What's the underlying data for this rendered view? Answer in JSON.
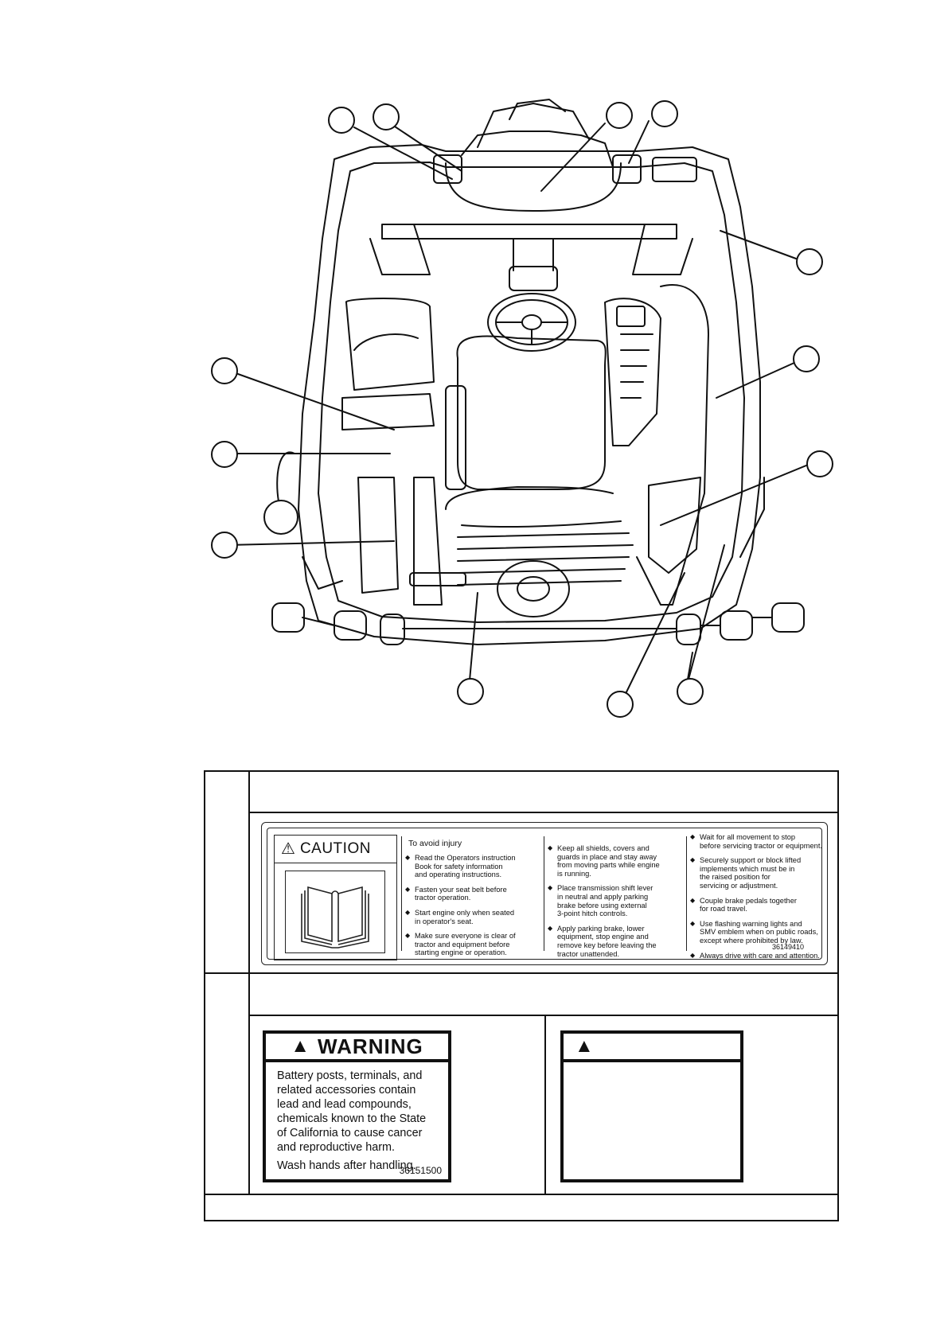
{
  "caution_decal": {
    "signal_word": "CAUTION",
    "intro": "To avoid injury",
    "col1": [
      "Read the Operators instruction\nBook for safety information\nand operating instructions.",
      "Fasten your seat belt before\ntractor operation.",
      "Start engine only when seated\nin operator's seat.",
      "Make sure everyone is clear of\ntractor and equipment before\nstarting engine or operation."
    ],
    "col2": [
      "Keep all shields, covers and\nguards in place and stay away\nfrom moving parts while engine\nis running.",
      "Place transmission shift lever\nin neutral and apply parking\nbrake before using external\n3-point hitch controls.",
      "Apply parking brake, lower\nequipment, stop engine and\nremove key before leaving the\ntractor unattended."
    ],
    "col3": [
      "Wait for all movement to stop\nbefore servicing tractor or equipment.",
      "Securely support or block lifted\nimplements which must be in\nthe raised position for\nservicing or adjustment.",
      "Couple brake pedals together\nfor road travel.",
      "Use flashing warning lights and\nSMV emblem when on public roads,\nexcept where prohibited by law.",
      "Always drive with care and attention."
    ],
    "part_number": "36149410"
  },
  "warning_decal": {
    "signal_word": "WARNING",
    "text": "Battery posts, terminals, and\nrelated accessories contain\nlead and lead compounds,\nchemicals known to the State\nof California to cause cancer\nand reproductive harm.",
    "wash": "Wash hands after handling.",
    "part_number": "36151500"
  },
  "icons": {
    "alert": "alert-triangle-icon",
    "bullet": "diamond-bullet-icon",
    "book": "manual-book-icon"
  }
}
